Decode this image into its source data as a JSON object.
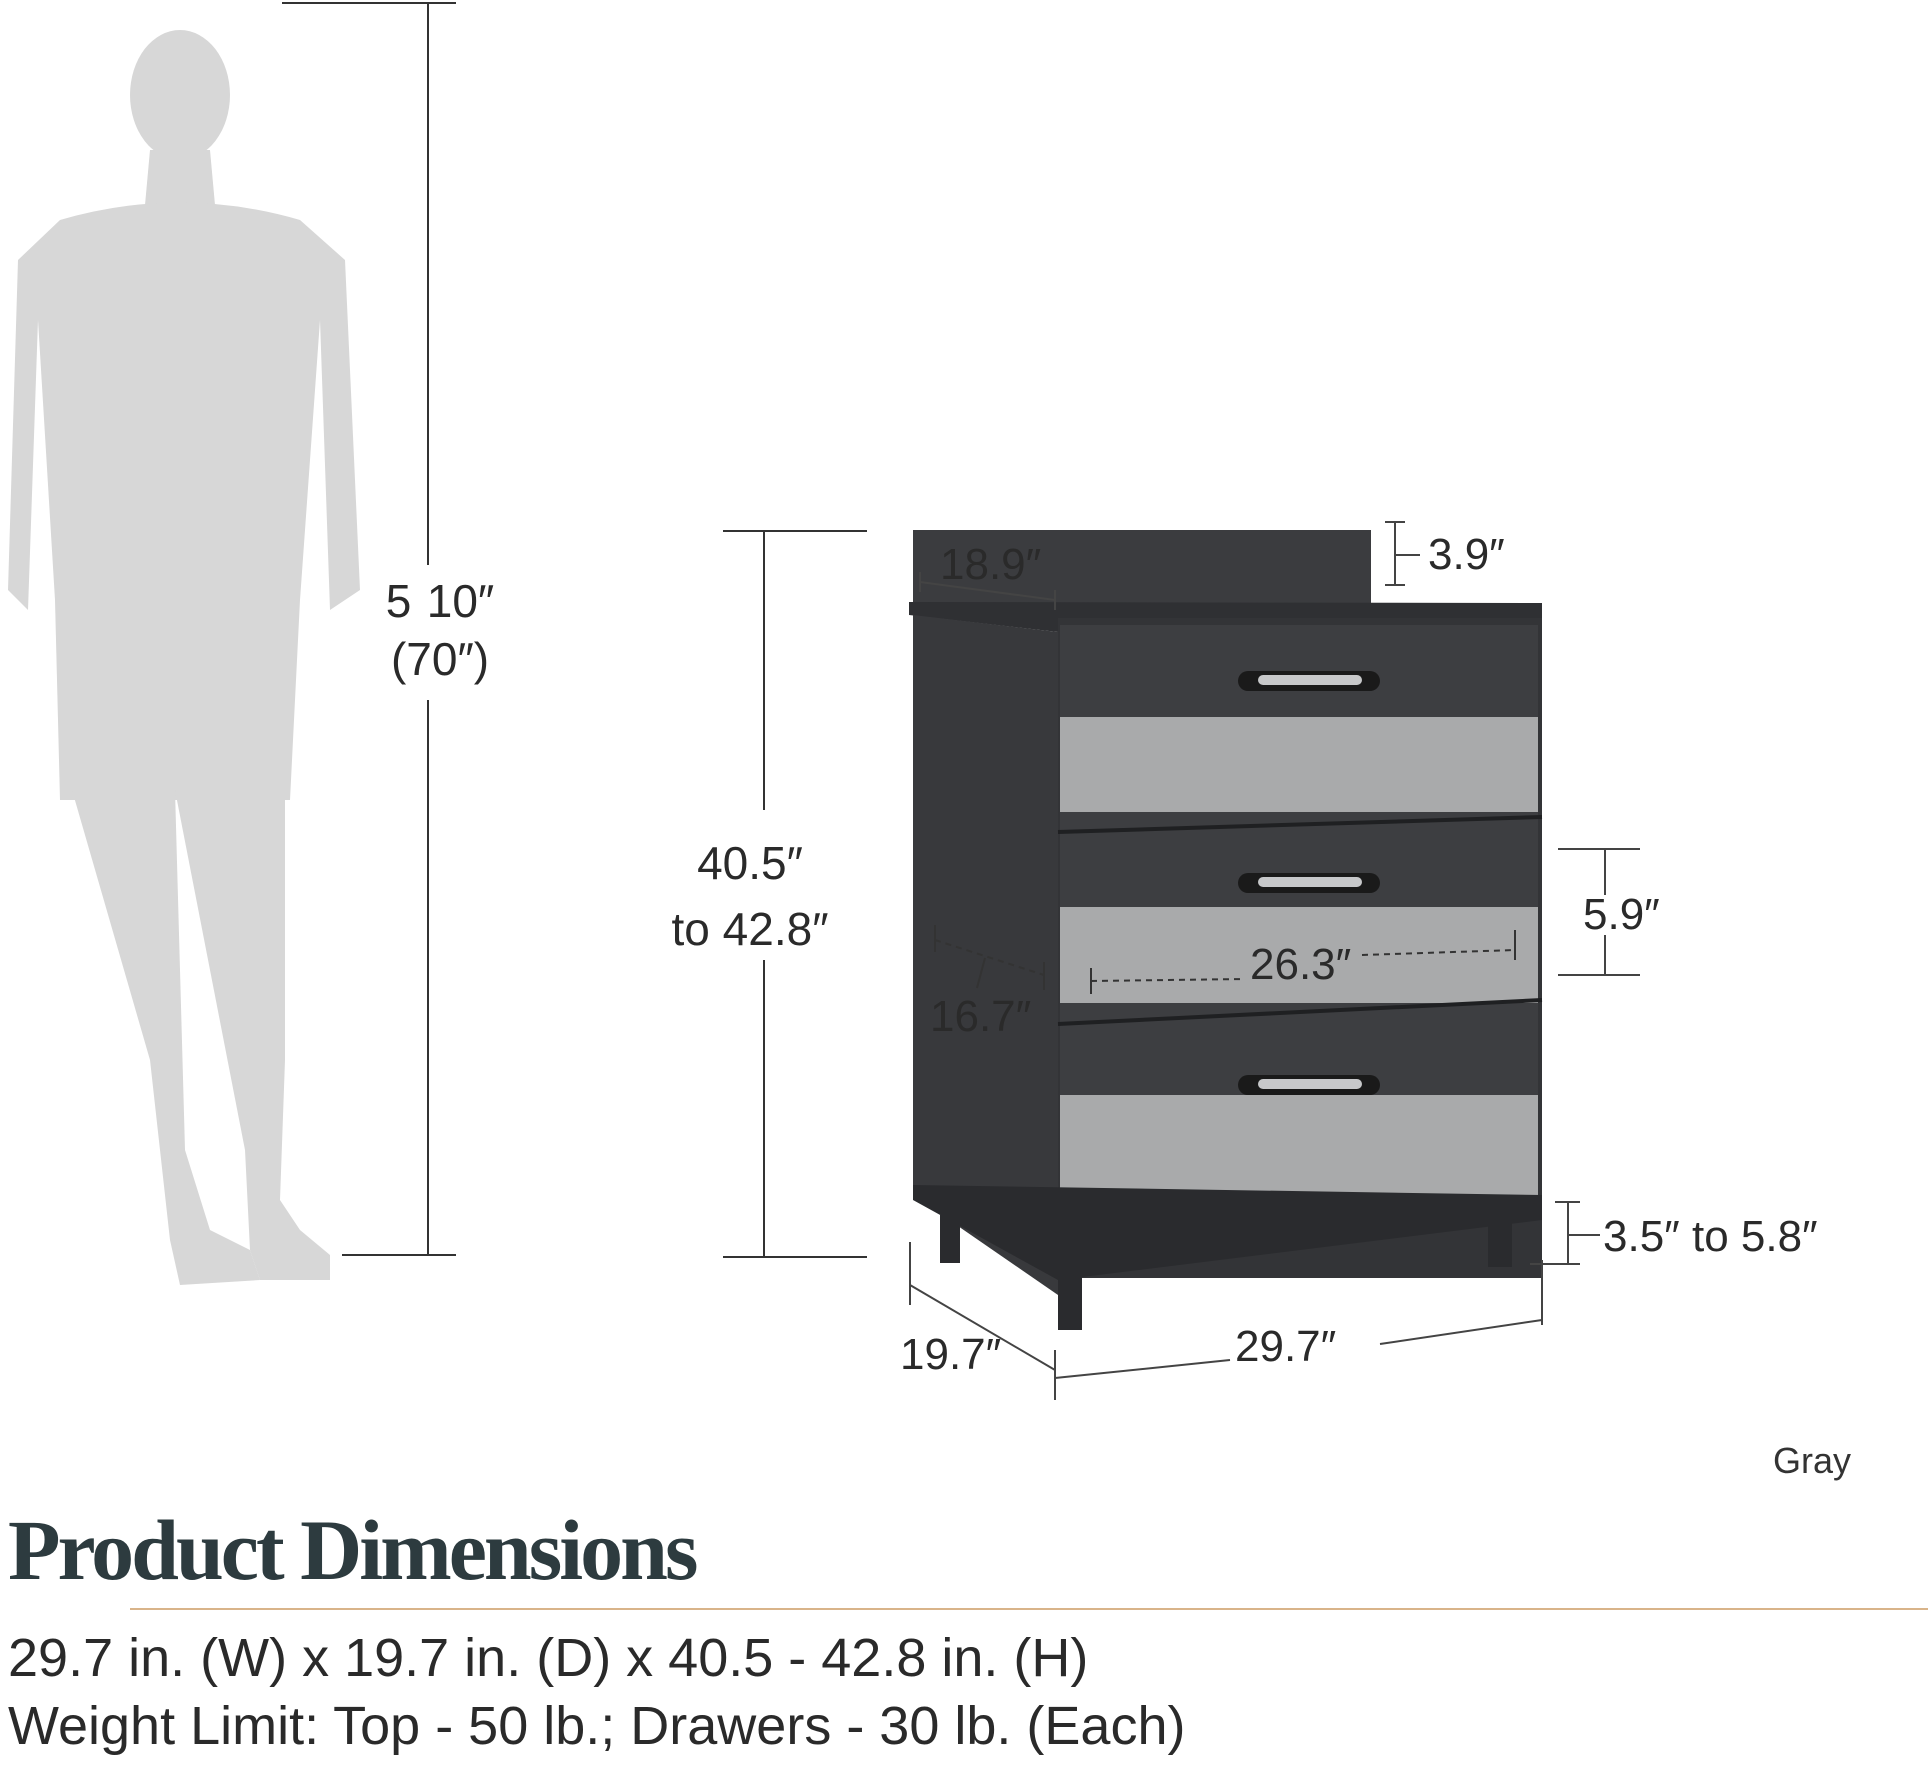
{
  "illustration": {
    "person_height": {
      "line1": "5    10″",
      "line2": "(70″)"
    },
    "cabinet_height": {
      "line1": "40.5″",
      "line2": "to 42.8″"
    },
    "top_depth": "18.9″",
    "backsplash_height": "3.9″",
    "drawer_height": "5.9″",
    "drawer_width": "26.3″",
    "drawer_depth": "16.7″",
    "leg_height": "3.5″ to 5.8″",
    "overall_depth": "19.7″",
    "overall_width": "29.7″",
    "color_name": "Gray"
  },
  "colors": {
    "silhouette": "#d7d7d7",
    "cabinet_dark": "#3b3c3f",
    "cabinet_light": "#a9aaab",
    "accent_rule": "#d9b48a",
    "title": "#2d3b3f"
  },
  "product": {
    "title": "Product Dimensions",
    "spec_line_1": "29.7 in. (W) x 19.7 in. (D) x 40.5 - 42.8 in. (H)",
    "spec_line_2": "Weight Limit: Top - 50 lb.; Drawers - 30 lb. (Each)"
  }
}
